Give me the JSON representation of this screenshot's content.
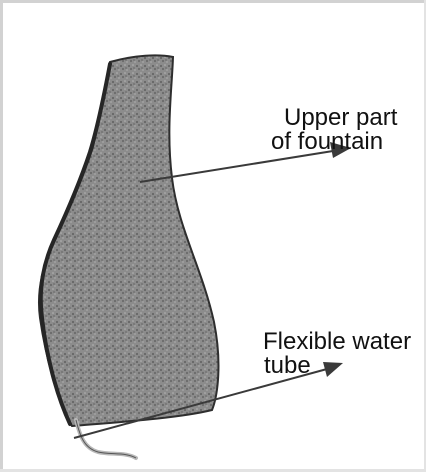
{
  "labels": {
    "upper_part_line1": "Upper part",
    "upper_part_line2": "of fountain",
    "tube_line1": "Flexible water",
    "tube_line2": "tube"
  },
  "colors": {
    "stone_fill": "#8a8a8a",
    "stone_edge": "#2e2e2e",
    "arrow": "#3a3a3a",
    "tube": "#b8b8b8"
  }
}
